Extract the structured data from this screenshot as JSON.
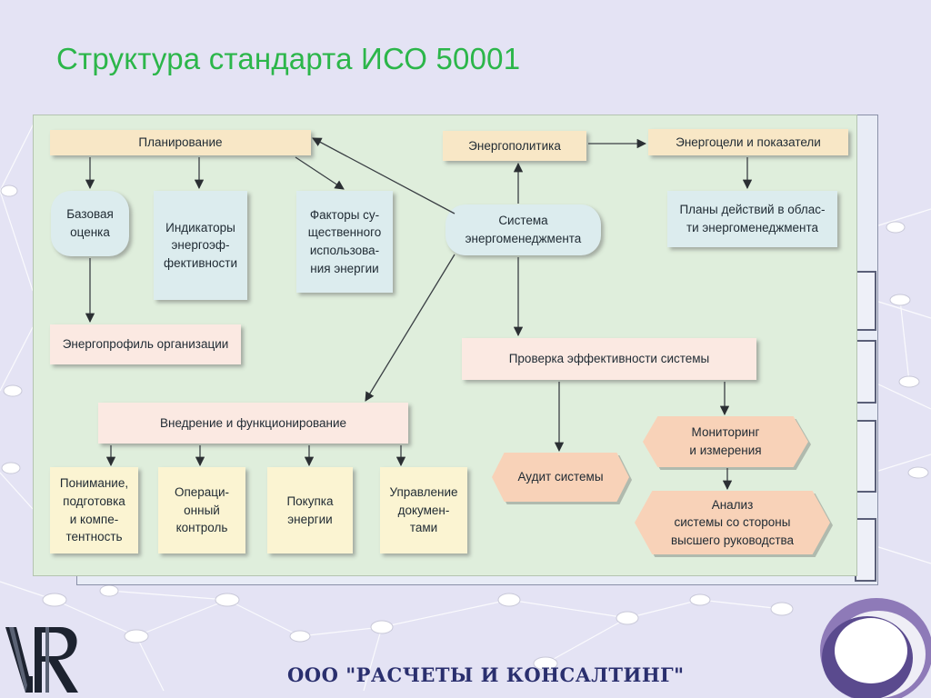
{
  "slide": {
    "title": "Структура стандарта ИСО 50001",
    "footer_company": "ООО \"РАСЧЕТЫ И КОНСАЛТИНГ\"",
    "logo_text": "VR"
  },
  "colors": {
    "title": "#2cb64a",
    "diagram_bg": "#dfeedc",
    "box_tan": "#f8e7c6",
    "box_pink": "#fbe9e2",
    "box_blue": "#dcecee",
    "box_yellow": "#fbf4d2",
    "box_hex": "#f8d2b8",
    "footer": "#2a2f6e"
  },
  "nodes": {
    "planning": "Планирование",
    "base_assessment": "Базовая\nоценка",
    "efficiency_indicators": "Индикаторы\nэнергоэф-\nфективности",
    "significant_factors": "Факторы су-\nщественного\nиспользова-\nния энергии",
    "energy_profile": "Энергопрофиль организации",
    "energy_policy": "Энергополитика",
    "energy_objectives": "Энергоцели и показатели",
    "action_plans": "Планы действий в облас-\nти энергоменеджмента",
    "management_system": "Система\nэнергоменеджмента",
    "performance_check": "Проверка эффективности системы",
    "implementation": "Внедрение и функционирование",
    "competence": "Понимание,\nподготовка\nи компе-\nтентность",
    "operational_control": "Операци-\nонный\nконтроль",
    "energy_purchase": "Покупка\nэнергии",
    "document_management": "Управление\nдокумен-\nтами",
    "system_audit": "Аудит системы",
    "monitoring": "Мониторинг\nи измерения",
    "management_review": "Анализ\nсистемы со стороны\nвысшего руководства"
  }
}
